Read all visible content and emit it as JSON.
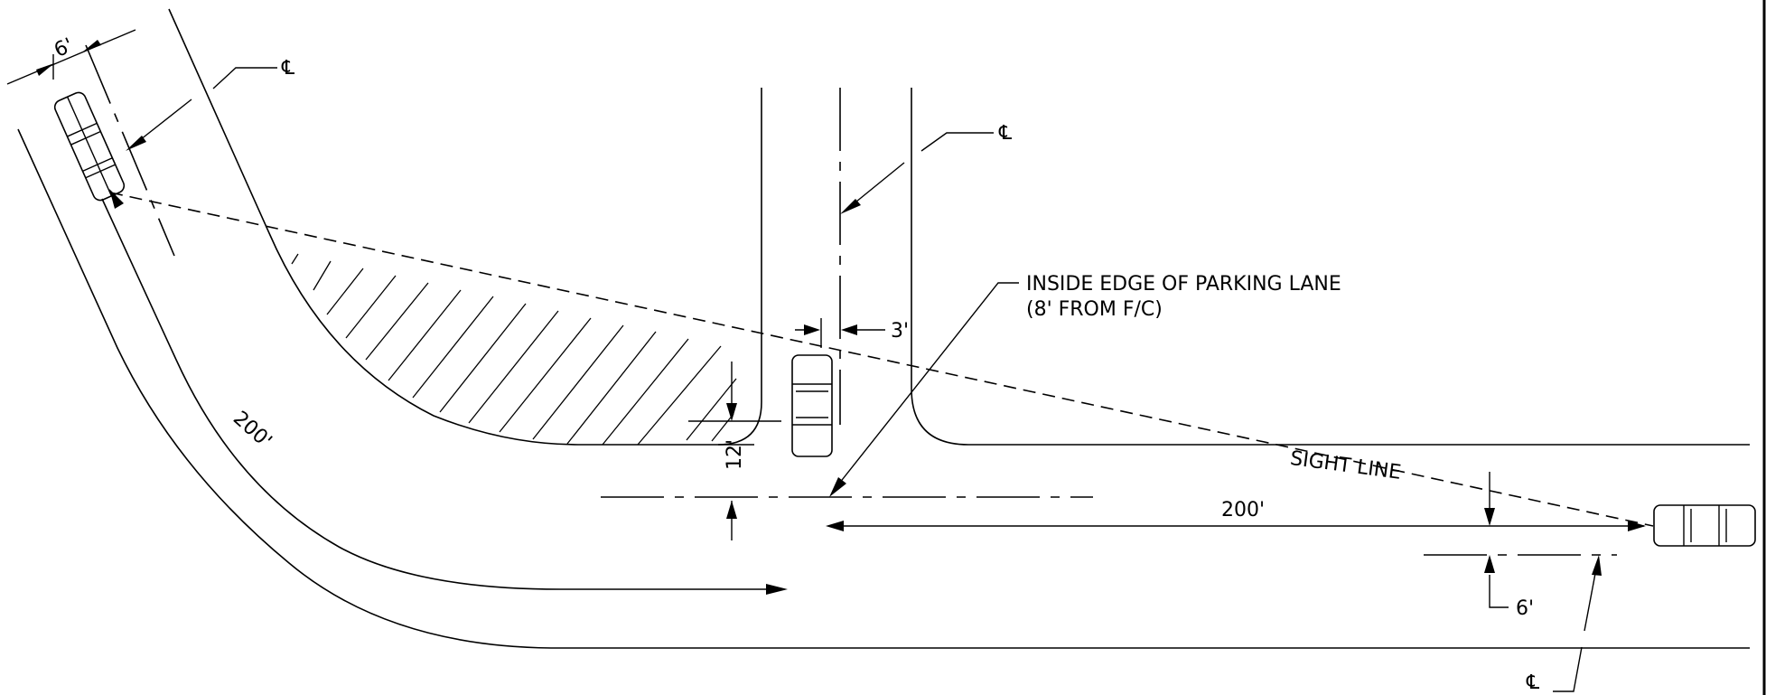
{
  "labels": {
    "cl_top_left": "℄",
    "cl_top_mid": "℄",
    "cl_bottom_right": "℄",
    "dim_6_top": "6'",
    "dim_3": "3'",
    "dim_12": "12'",
    "dim_200_curve": "200'",
    "dim_200_straight": "200'",
    "dim_6_bottom": "6'",
    "sight_line": "SIGHT LINE",
    "parking_lane_line1": "INSIDE EDGE OF PARKING  LANE",
    "parking_lane_line2": "(8' FROM F/C)"
  }
}
